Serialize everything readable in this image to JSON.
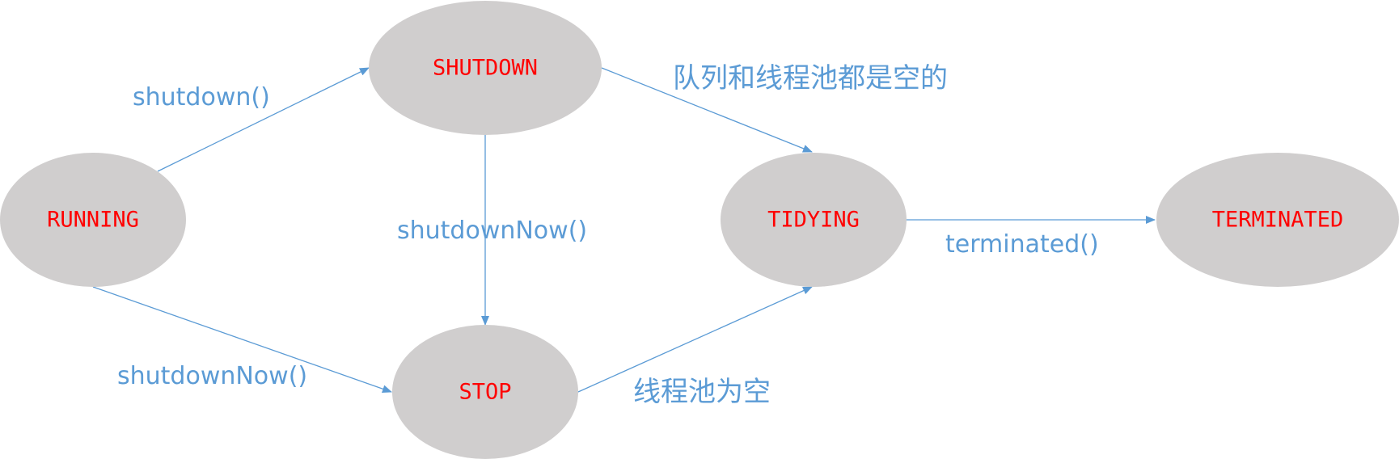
{
  "nodes": {
    "running": "RUNNING",
    "shutdown": "SHUTDOWN",
    "stop": "STOP",
    "tidying": "TIDYING",
    "terminated": "TERMINATED"
  },
  "edges": {
    "running_to_shutdown": "shutdown()",
    "running_to_stop": "shutdownNow()",
    "shutdown_to_stop": "shutdownNow()",
    "shutdown_to_tidying": "队列和线程池都是空的",
    "stop_to_tidying": "线程池为空",
    "tidying_to_terminated": "terminated()"
  },
  "colors": {
    "node_fill": "#d0cece",
    "node_text": "#ff0000",
    "edge": "#5b9bd5"
  }
}
